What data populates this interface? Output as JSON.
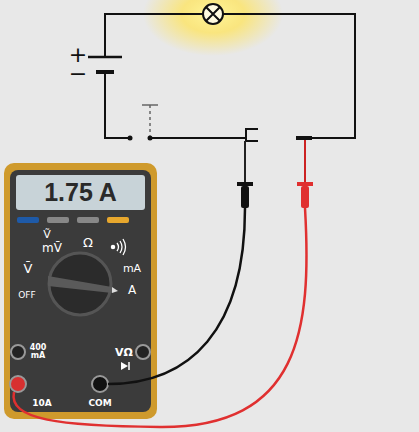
{
  "diagram": {
    "nodes": [
      {
        "text": [
          "1.75 A"
        ]
      }
    ],
    "labels": [
      "+",
      "−",
      "Ṽ",
      "mV̄",
      "Ω",
      "V̄",
      "OFF",
      "mA",
      "A",
      "400 mA",
      "VΩ",
      "10A",
      "COM"
    ]
  }
}
